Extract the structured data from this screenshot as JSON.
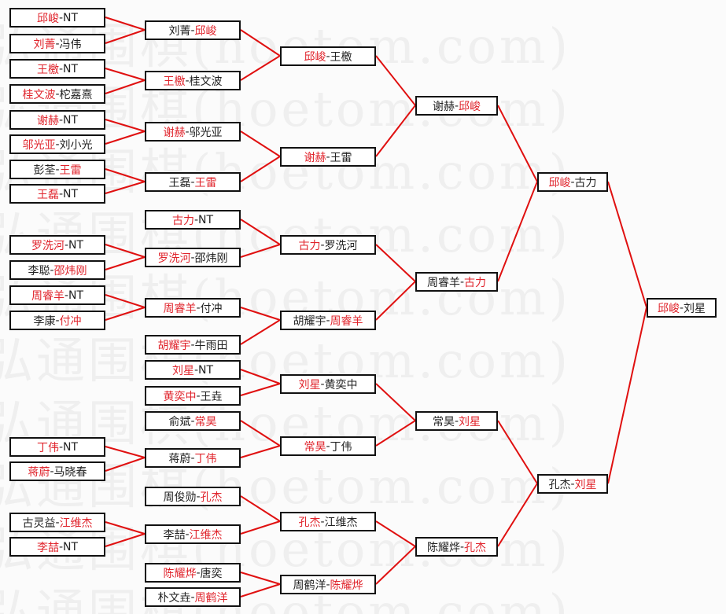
{
  "watermark": "弘通围棋(hoetom.com)",
  "colors": {
    "winner": "#e0242c",
    "loser": "#222222",
    "line": "#e01010"
  },
  "separator": "-",
  "rounds": [
    [
      {
        "p": [
          "邱峻",
          "NT"
        ],
        "w": 0
      },
      {
        "p": [
          "刘菁",
          "冯伟"
        ],
        "w": 0
      },
      {
        "p": [
          "王檄",
          "NT"
        ],
        "w": 0
      },
      {
        "p": [
          "桂文波",
          "柁嘉熹"
        ],
        "w": 0
      },
      {
        "p": [
          "谢赫",
          "NT"
        ],
        "w": 0
      },
      {
        "p": [
          "邬光亚",
          "刘小光"
        ],
        "w": 0
      },
      {
        "p": [
          "彭荃",
          "王雷"
        ],
        "w": 1
      },
      {
        "p": [
          "王磊",
          "NT"
        ],
        "w": 0
      },
      {
        "p": [
          "罗洗河",
          "NT"
        ],
        "w": 0
      },
      {
        "p": [
          "李聪",
          "邵炜刚"
        ],
        "w": 1
      },
      {
        "p": [
          "周睿羊",
          "NT"
        ],
        "w": 0
      },
      {
        "p": [
          "李康",
          "付冲"
        ],
        "w": 1
      },
      {
        "p": [
          "丁伟",
          "NT"
        ],
        "w": 0
      },
      {
        "p": [
          "蒋蔚",
          "马晓春"
        ],
        "w": 0
      },
      {
        "p": [
          "古灵益",
          "江维杰"
        ],
        "w": 1
      },
      {
        "p": [
          "李喆",
          "NT"
        ],
        "w": 0
      }
    ],
    [
      {
        "p": [
          "刘菁",
          "邱峻"
        ],
        "w": 1
      },
      {
        "p": [
          "王檄",
          "桂文波"
        ],
        "w": 0
      },
      {
        "p": [
          "谢赫",
          "邬光亚"
        ],
        "w": 0
      },
      {
        "p": [
          "王磊",
          "王雷"
        ],
        "w": 1
      },
      {
        "p": [
          "古力",
          "NT"
        ],
        "w": 0
      },
      {
        "p": [
          "罗洗河",
          "邵炜刚"
        ],
        "w": 0
      },
      {
        "p": [
          "周睿羊",
          "付冲"
        ],
        "w": 0
      },
      {
        "p": [
          "胡耀宇",
          "牛雨田"
        ],
        "w": 0
      },
      {
        "p": [
          "刘星",
          "NT"
        ],
        "w": 0
      },
      {
        "p": [
          "黄奕中",
          "王垚"
        ],
        "w": 0
      },
      {
        "p": [
          "俞斌",
          "常昊"
        ],
        "w": 1
      },
      {
        "p": [
          "蒋蔚",
          "丁伟"
        ],
        "w": 1
      },
      {
        "p": [
          "周俊勋",
          "孔杰"
        ],
        "w": 1
      },
      {
        "p": [
          "李喆",
          "江维杰"
        ],
        "w": 1
      },
      {
        "p": [
          "陈耀烨",
          "唐奕"
        ],
        "w": 0
      },
      {
        "p": [
          "朴文垚",
          "周鹤洋"
        ],
        "w": 1
      }
    ],
    [
      {
        "p": [
          "邱峻",
          "王檄"
        ],
        "w": 0
      },
      {
        "p": [
          "谢赫",
          "王雷"
        ],
        "w": 0
      },
      {
        "p": [
          "古力",
          "罗洗河"
        ],
        "w": 0
      },
      {
        "p": [
          "胡耀宇",
          "周睿羊"
        ],
        "w": 1
      },
      {
        "p": [
          "刘星",
          "黄奕中"
        ],
        "w": 0
      },
      {
        "p": [
          "常昊",
          "丁伟"
        ],
        "w": 0
      },
      {
        "p": [
          "孔杰",
          "江维杰"
        ],
        "w": 0
      },
      {
        "p": [
          "周鹤洋",
          "陈耀烨"
        ],
        "w": 1
      }
    ],
    [
      {
        "p": [
          "谢赫",
          "邱峻"
        ],
        "w": 1
      },
      {
        "p": [
          "周睿羊",
          "古力"
        ],
        "w": 1
      },
      {
        "p": [
          "常昊",
          "刘星"
        ],
        "w": 1
      },
      {
        "p": [
          "陈耀烨",
          "孔杰"
        ],
        "w": 1
      }
    ],
    [
      {
        "p": [
          "邱峻",
          "古力"
        ],
        "w": 0
      },
      {
        "p": [
          "孔杰",
          "刘星"
        ],
        "w": 1
      }
    ],
    [
      {
        "p": [
          "邱峻",
          "刘星"
        ],
        "w": 0
      }
    ]
  ]
}
